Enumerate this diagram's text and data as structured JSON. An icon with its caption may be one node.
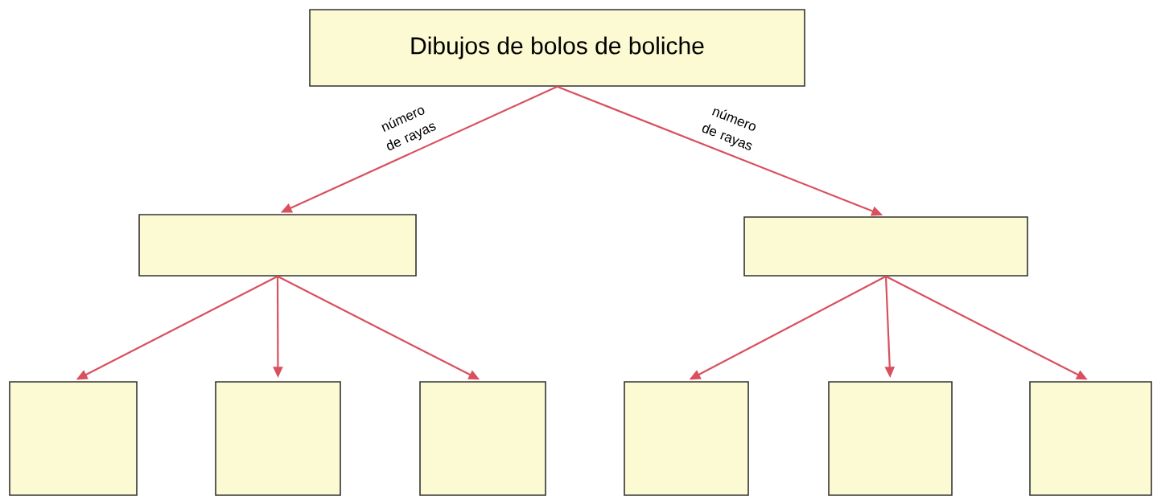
{
  "diagram": {
    "nodes": [
      {
        "text": [
          "Dibujos de bolos de boliche"
        ]
      },
      {
        "text": [],
        "shape": "box"
      },
      {
        "text": [],
        "shape": "box"
      },
      {
        "text": [],
        "shape": "box"
      },
      {
        "text": [],
        "shape": "box"
      },
      {
        "text": [],
        "shape": "box"
      },
      {
        "text": [],
        "shape": "box"
      },
      {
        "text": [],
        "shape": "box"
      },
      {
        "text": [],
        "shape": "box"
      }
    ],
    "edges": [
      {
        "from": 0,
        "to": 1,
        "arrow": "to",
        "label": "número de rayas"
      },
      {
        "from": 0,
        "to": 2,
        "arrow": "to",
        "label": "número de rayas"
      },
      {
        "from": 1,
        "to": 3,
        "arrow": "to"
      },
      {
        "from": 1,
        "to": 4,
        "arrow": "to"
      },
      {
        "from": 1,
        "to": 5,
        "arrow": "to"
      },
      {
        "from": 2,
        "to": 6,
        "arrow": "to"
      },
      {
        "from": 2,
        "to": 7,
        "arrow": "to"
      },
      {
        "from": 2,
        "to": 8,
        "arrow": "to"
      }
    ]
  }
}
